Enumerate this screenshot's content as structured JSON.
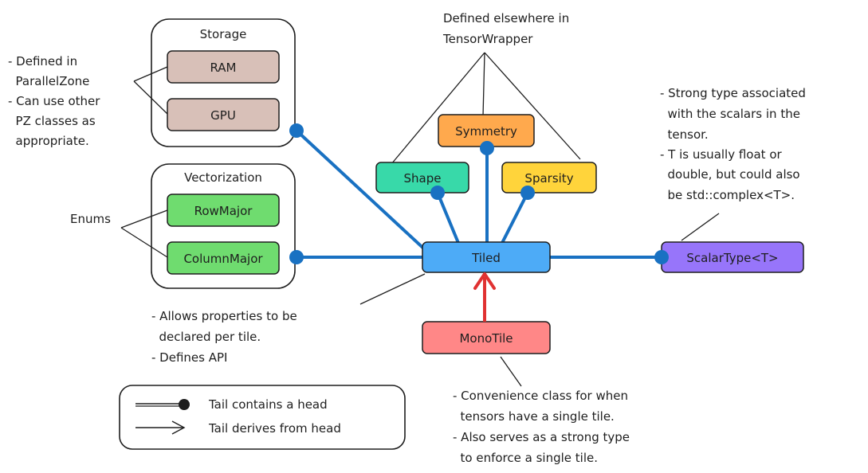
{
  "storage": {
    "title": "Storage",
    "items": [
      "RAM",
      "GPU"
    ],
    "note": [
      "- Defined in",
      "  ParallelZone",
      "- Can use other",
      "  PZ classes as",
      "  appropriate."
    ]
  },
  "vectorization": {
    "title": "Vectorization",
    "items": [
      "RowMajor",
      "ColumnMajor"
    ],
    "note": "Enums"
  },
  "elsewhere_note": [
    "Defined elsewhere in",
    "TensorWrapper"
  ],
  "properties": {
    "symmetry": "Symmetry",
    "shape": "Shape",
    "sparsity": "Sparsity"
  },
  "tiled": {
    "label": "Tiled",
    "note": [
      "- Allows properties to be",
      "  declared per tile.",
      "- Defines API"
    ]
  },
  "scalar": {
    "label": "ScalarType<T>",
    "note": [
      "- Strong type associated",
      "  with the scalars in the",
      "  tensor.",
      "- T is usually float or",
      "  double, but could also",
      "  be std::complex<T>."
    ]
  },
  "monotile": {
    "label": "MonoTile",
    "note": [
      "- Convenience class for when",
      "  tensors have a single tile.",
      "- Also serves as a strong type",
      "  to enforce a single tile."
    ]
  },
  "legend": {
    "contains": "Tail contains a head",
    "derives": "Tail derives from head"
  },
  "colors": {
    "storage_item": "#d8c0b8",
    "vector_item": "#6fdc6f",
    "symmetry": "#ffa94d",
    "shape": "#38d9a9",
    "sparsity": "#ffd43b",
    "tiled": "#4dabf7",
    "scalar": "#9775fa",
    "monotile": "#ff8787",
    "link": "#1971c2",
    "derive": "#e03131"
  }
}
